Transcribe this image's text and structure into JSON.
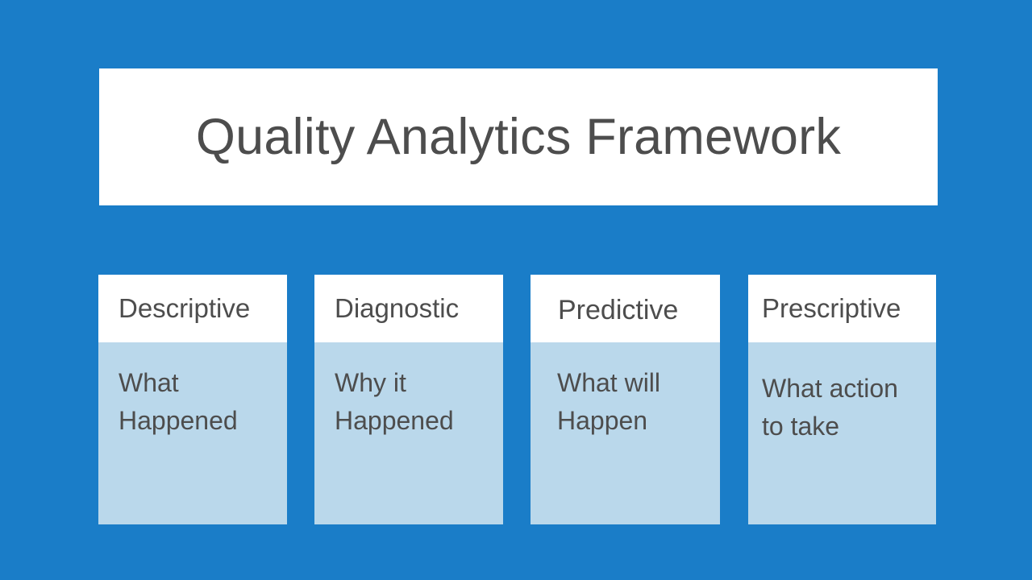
{
  "slide": {
    "background_color": "#1a7dc8",
    "title": "Quality Analytics Framework",
    "title_box_color": "#ffffff",
    "text_color": "#4d4d4d",
    "card_header_color": "#ffffff",
    "card_body_color": "#bad8eb"
  },
  "cards": [
    {
      "header": "Descriptive",
      "body": "What Happened"
    },
    {
      "header": "Diagnostic",
      "body": "Why it Happened"
    },
    {
      "header": "Predictive",
      "body": "What will Happen"
    },
    {
      "header": "Prescriptive",
      "body": "What action to take"
    }
  ]
}
